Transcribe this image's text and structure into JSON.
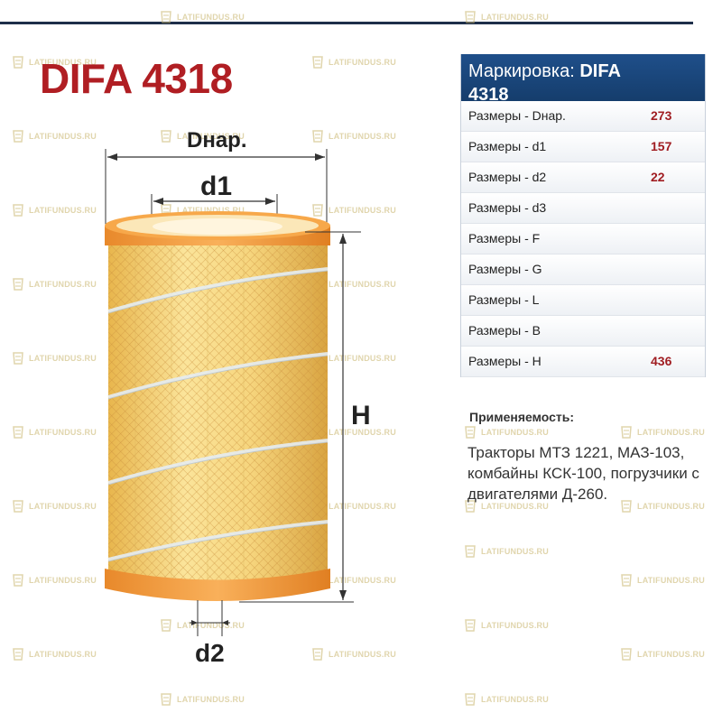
{
  "title": "DIFA 4318",
  "watermark": {
    "text": "LATIFUNDUS.RU",
    "color": "#c7b36a"
  },
  "diagram": {
    "labels": {
      "outer_diameter": "Dнар.",
      "inner_d1": "d1",
      "inner_d2": "d2",
      "height": "H"
    },
    "colors": {
      "cap": "#f4a03c",
      "paper": "#f2d27a",
      "band": "#dfe7ee"
    }
  },
  "table": {
    "header_label": "Маркировка:",
    "header_brand": "DIFA",
    "header_number": "4318",
    "rows": [
      {
        "label": "Размеры - Dнар.",
        "value": "273"
      },
      {
        "label": "Размеры - d1",
        "value": "157"
      },
      {
        "label": "Размеры - d2",
        "value": "22"
      },
      {
        "label": "Размеры - d3",
        "value": ""
      },
      {
        "label": "Размеры - F",
        "value": ""
      },
      {
        "label": "Размеры - G",
        "value": ""
      },
      {
        "label": "Размеры - L",
        "value": ""
      },
      {
        "label": "Размеры - B",
        "value": ""
      },
      {
        "label": "Размеры - H",
        "value": "436"
      }
    ]
  },
  "applicability": {
    "title": "Применяемость:",
    "text": "Тракторы МТЗ 1221, МАЗ-103, комбайны КСК-100, погрузчики с двигателями Д-260."
  }
}
